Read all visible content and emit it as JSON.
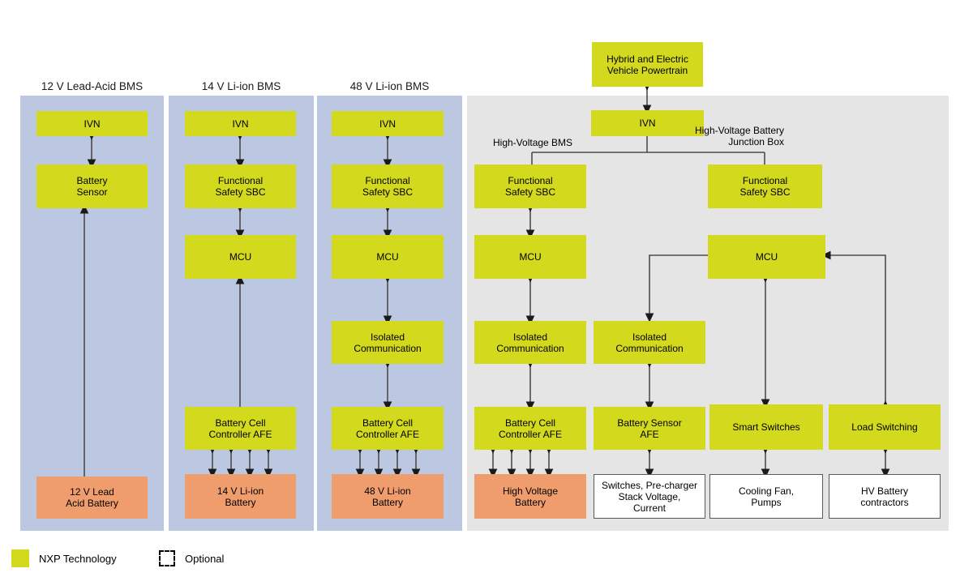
{
  "legend": {
    "nxp_swatch_color": "#d3d91c",
    "nxp_label": "NXP Technology",
    "optional_label": "Optional"
  },
  "colors": {
    "nxp_green": "#d3d91c",
    "battery_orange": "#f09d6d",
    "panel_blue": "#bcc8e2",
    "panel_gray": "#e5e5e5",
    "wire": "#595959",
    "wire_dark": "#1a1a1a"
  },
  "columns": [
    {
      "title": "12 V Lead-Acid BMS",
      "boxes": [
        {
          "label": "IVN",
          "kind": "nxp"
        },
        {
          "label": "Battery\nSensor",
          "kind": "nxp"
        },
        {
          "label": "12 V Lead\nAcid Battery",
          "kind": "battery"
        }
      ]
    },
    {
      "title": "14 V Li-ion BMS",
      "boxes": [
        {
          "label": "IVN",
          "kind": "nxp"
        },
        {
          "label": "Functional\nSafety SBC",
          "kind": "nxp"
        },
        {
          "label": "MCU",
          "kind": "nxp"
        },
        {
          "label": "Battery Cell\nController AFE",
          "kind": "nxp"
        },
        {
          "label": "14 V Li-ion\nBattery",
          "kind": "battery"
        }
      ]
    },
    {
      "title": "48 V Li-ion BMS",
      "boxes": [
        {
          "label": "IVN",
          "kind": "nxp"
        },
        {
          "label": "Functional\nSafety SBC",
          "kind": "nxp"
        },
        {
          "label": "MCU",
          "kind": "nxp"
        },
        {
          "label": "Isolated\nCommunication",
          "kind": "nxp"
        },
        {
          "label": "Battery Cell\nController AFE",
          "kind": "nxp"
        },
        {
          "label": "48 V Li-ion\nBattery",
          "kind": "battery"
        }
      ]
    }
  ],
  "hv": {
    "powertrain": "Hybrid and Electric\nVehicle Powertrain",
    "ivn": "IVN",
    "label_bms": "High-Voltage BMS",
    "label_jbox": "High-Voltage Battery\nJunction Box",
    "col1": {
      "sbc": "Functional\nSafety SBC",
      "mcu": "MCU",
      "iso": "Isolated\nCommunication",
      "afe": "Battery Cell\nController AFE",
      "battery": "High Voltage\nBattery"
    },
    "col2": {
      "iso": "Isolated\nCommunication",
      "afe": "Battery Sensor\nAFE",
      "target": "Switches, Pre-charger\nStack Voltage,\nCurrent"
    },
    "col3": {
      "sbc": "Functional\nSafety SBC",
      "mcu": "MCU",
      "switches": "Smart Switches",
      "target": "Cooling Fan,\nPumps"
    },
    "col4": {
      "load": "Load Switching",
      "target": "HV Battery\ncontractors"
    }
  }
}
